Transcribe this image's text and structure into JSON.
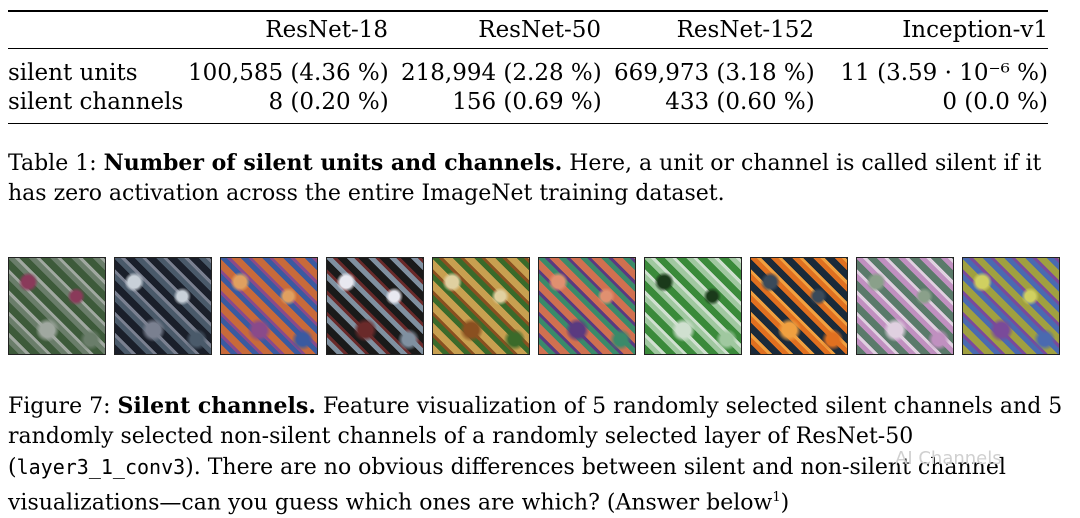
{
  "table": {
    "columns": [
      "",
      "ResNet-18",
      "ResNet-50",
      "ResNet-152",
      "Inception-v1"
    ],
    "rows": [
      {
        "label": "silent units",
        "values": [
          "100,585 (4.36 %)",
          "218,994 (2.28 %)",
          "669,973 (3.18 %)",
          "11 (3.59 · 10⁻⁶ %)"
        ]
      },
      {
        "label": "silent channels",
        "values": [
          "8 (0.20 %)",
          "156 (0.69 %)",
          "433 (0.60 %)",
          "0 (0.0 %)"
        ]
      }
    ]
  },
  "table_caption": {
    "prefix": "Table 1:",
    "bold": "Number of silent units and channels.",
    "text": "Here, a unit or channel is called silent if it has zero activation across the entire ImageNet training dataset."
  },
  "thumbnails": [
    {
      "colors": [
        "#3d5a3a",
        "#6a7d6a",
        "#8a3a5a",
        "#a0a8a0"
      ]
    },
    {
      "colors": [
        "#1a1f2a",
        "#4a5a6a",
        "#c8d0d8",
        "#7a8090"
      ]
    },
    {
      "colors": [
        "#c86a3a",
        "#3a5aa0",
        "#e0a060",
        "#8a4a8a"
      ]
    },
    {
      "colors": [
        "#1a1a1a",
        "#8090a0",
        "#e8e8f0",
        "#6a2a2a"
      ]
    },
    {
      "colors": [
        "#c8a050",
        "#3a6a2a",
        "#e0d0a0",
        "#8a5020"
      ]
    },
    {
      "colors": [
        "#d07050",
        "#3a8a6a",
        "#e09070",
        "#5a3a80"
      ]
    },
    {
      "colors": [
        "#3a8a3a",
        "#a0c8a0",
        "#1a3a1a",
        "#d0e0d0"
      ]
    },
    {
      "colors": [
        "#1a2a3a",
        "#e07020",
        "#3a4a5a",
        "#f0a040"
      ]
    },
    {
      "colors": [
        "#5a7a6a",
        "#c090c0",
        "#8aa08a",
        "#e0d0e0"
      ]
    },
    {
      "colors": [
        "#a0a040",
        "#4a6ab0",
        "#d0d060",
        "#7a4a9a"
      ]
    }
  ],
  "figure_caption": {
    "prefix": "Figure 7:",
    "bold": "Silent channels.",
    "text1": "Feature visualization of 5 randomly selected silent channels and 5 randomly selected non-silent channels of a randomly selected layer of ResNet-50 (",
    "code": "layer3_1_conv3",
    "text2": "). There are no obvious differences between silent and non-silent channel visualizations—can you guess which ones are which? (Answer below",
    "footnote": "1",
    "text3": ")"
  },
  "watermark": "AI Channels"
}
